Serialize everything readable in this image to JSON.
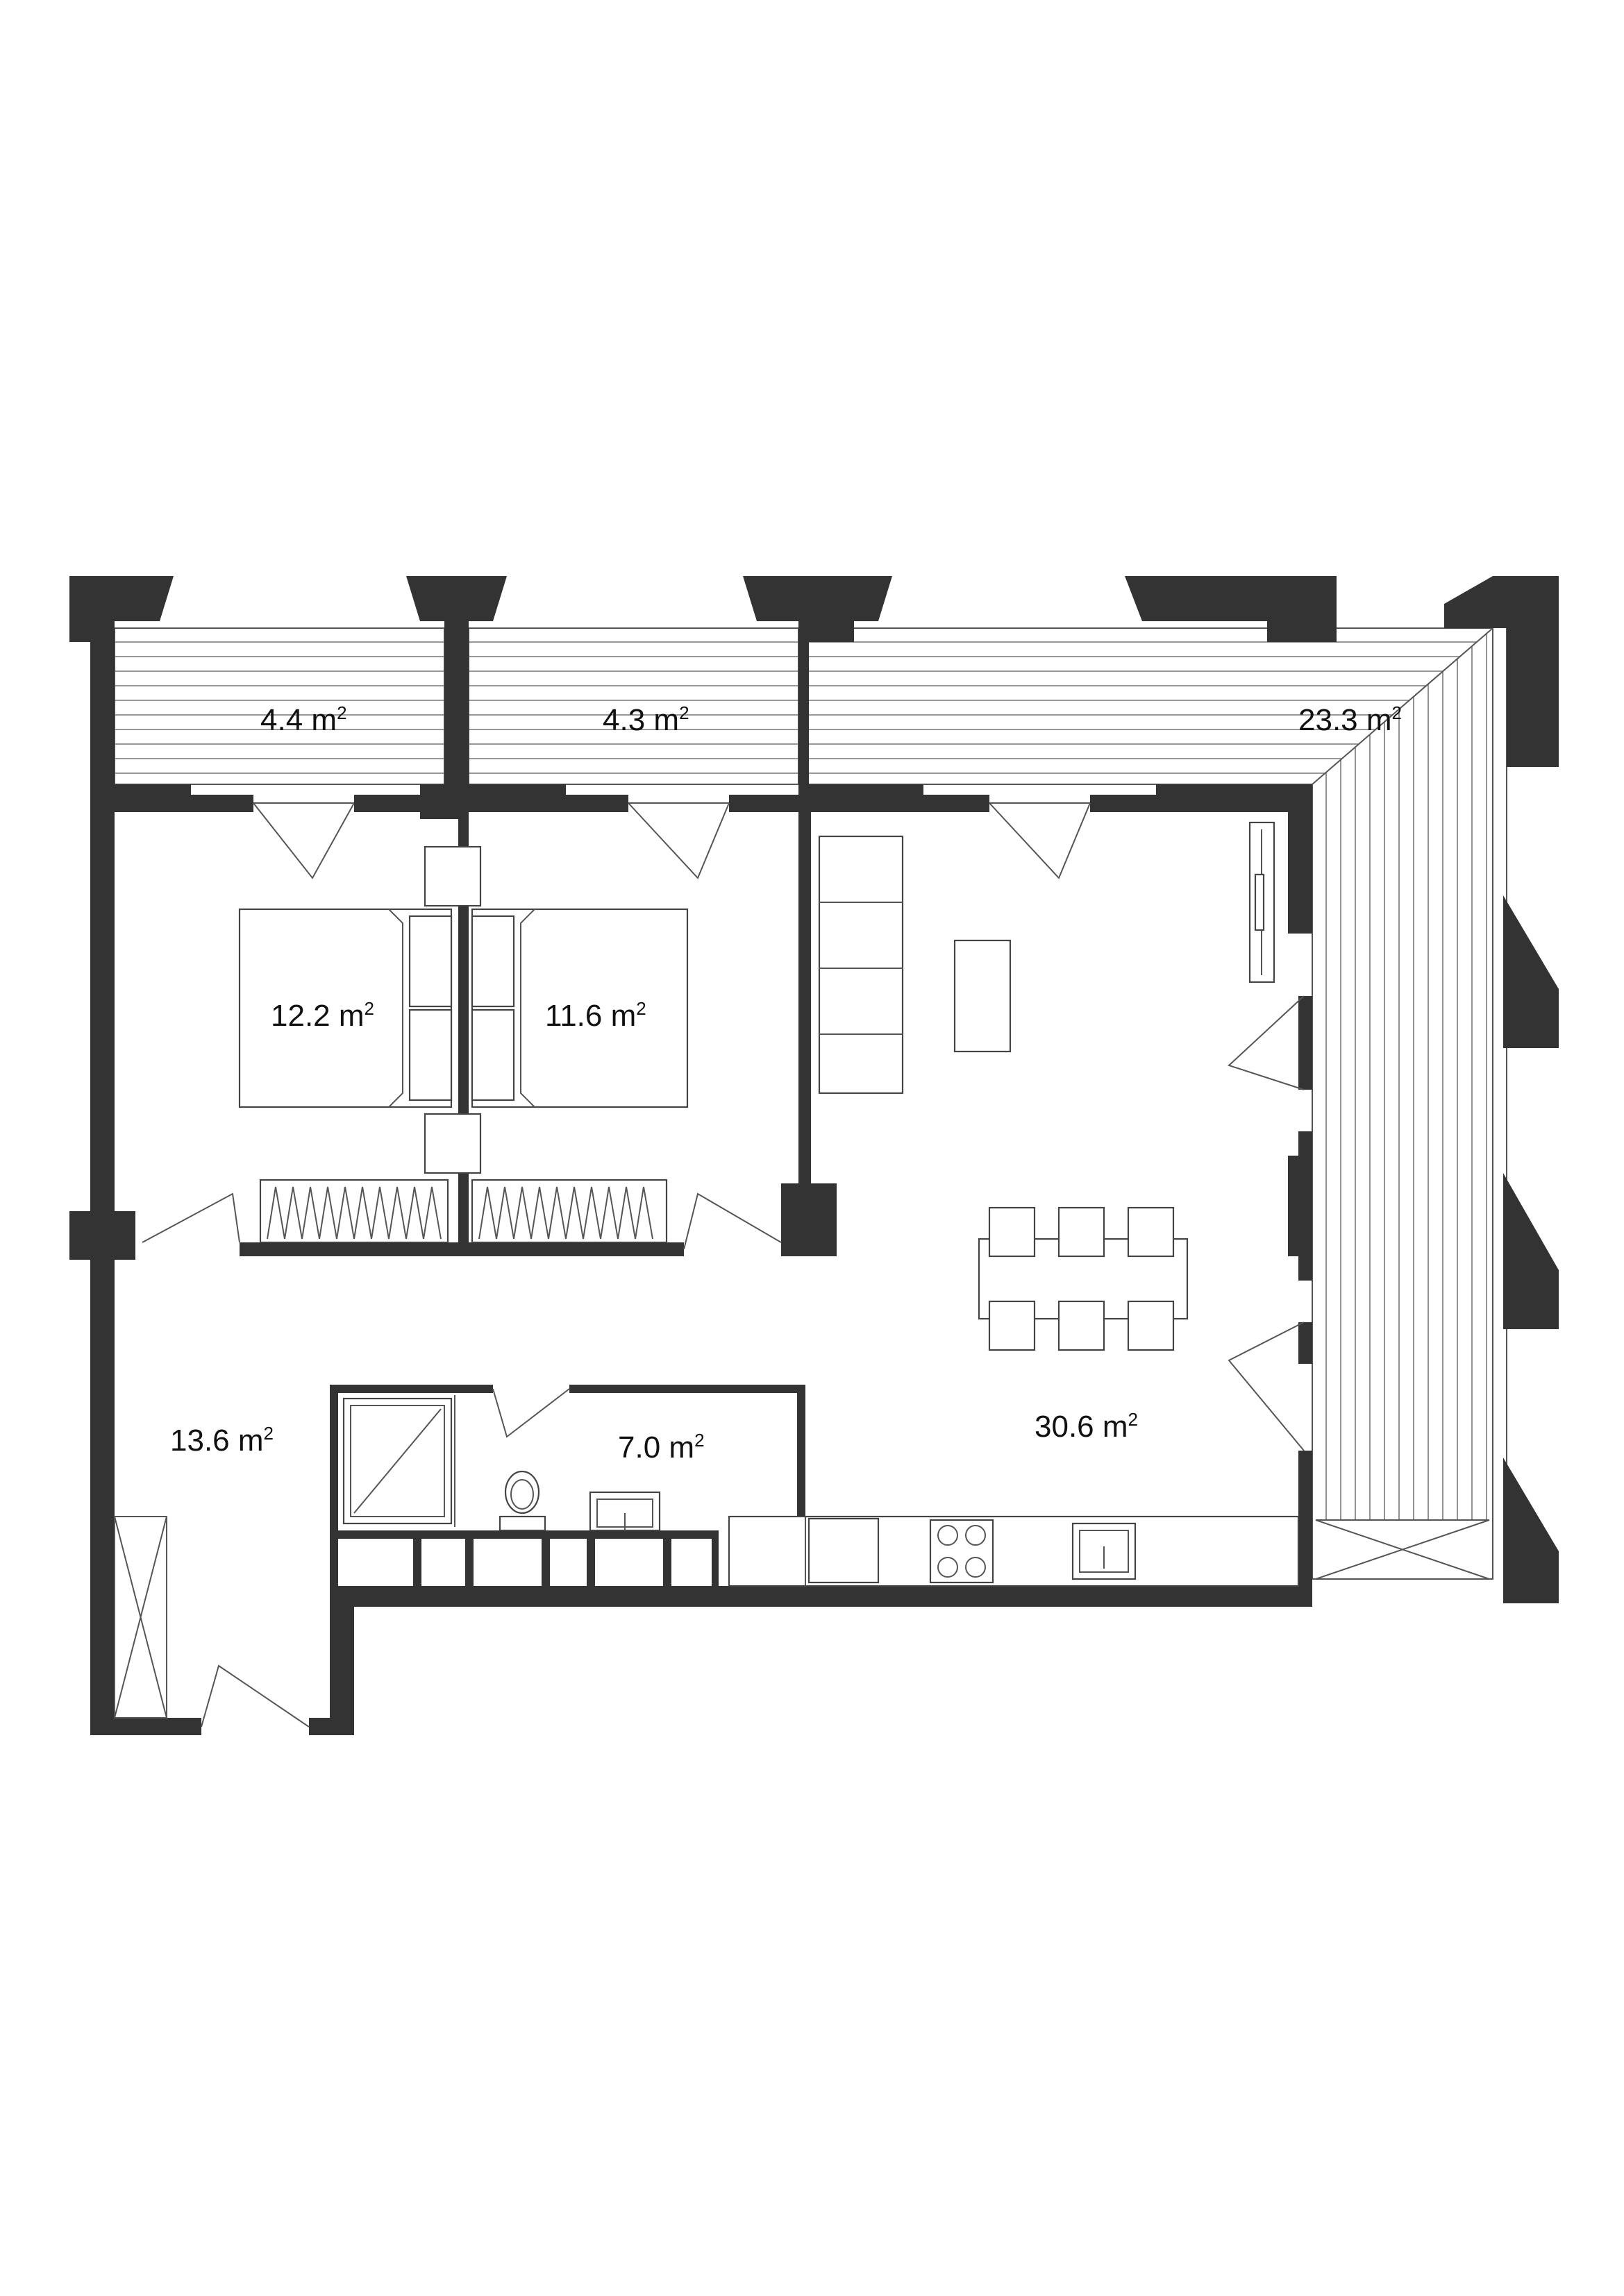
{
  "rooms": [
    {
      "id": "balcony-1",
      "value": "4.4",
      "unit": "m",
      "exp": "2"
    },
    {
      "id": "balcony-2",
      "value": "4.3",
      "unit": "m",
      "exp": "2"
    },
    {
      "id": "terrace",
      "value": "23.3",
      "unit": "m",
      "exp": "2"
    },
    {
      "id": "bedroom-1",
      "value": "12.2",
      "unit": "m",
      "exp": "2"
    },
    {
      "id": "bedroom-2",
      "value": "11.6",
      "unit": "m",
      "exp": "2"
    },
    {
      "id": "hallway",
      "value": "13.6",
      "unit": "m",
      "exp": "2"
    },
    {
      "id": "bathroom",
      "value": "7.0",
      "unit": "m",
      "exp": "2"
    },
    {
      "id": "living",
      "value": "30.6",
      "unit": "m",
      "exp": "2"
    }
  ],
  "colors": {
    "wall": "#333333",
    "line": "#555555",
    "background": "#ffffff"
  }
}
